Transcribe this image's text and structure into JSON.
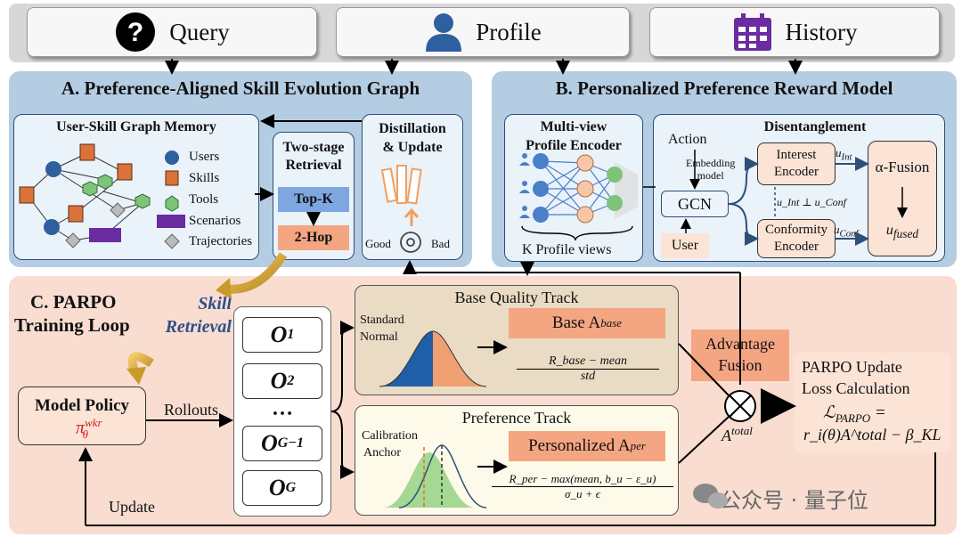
{
  "top": {
    "query": "Query",
    "profile": "Profile",
    "history": "History"
  },
  "panelA": {
    "title": "A. Preference-Aligned Skill Evolution Graph",
    "memory_title": "User-Skill Graph Memory",
    "legend": [
      "Users",
      "Skills",
      "Tools",
      "Scenarios",
      "Trajectories"
    ],
    "retrieval_title_1": "Two-stage",
    "retrieval_title_2": "Retrieval",
    "topk": "Top-K",
    "twohop": "2-Hop",
    "distill_1": "Distillation",
    "distill_2": "& Update",
    "good": "Good",
    "bad": "Bad"
  },
  "panelB": {
    "title": "B. Personalized Preference Reward Model",
    "mv_1": "Multi-view",
    "mv_2": "Profile Encoder",
    "k_views": "K Profile views",
    "dis_title": "Disentanglement",
    "action": "Action",
    "embedding_1": "Embedding",
    "embedding_2": "model",
    "gcn": "GCN",
    "user": "User",
    "interest_1": "Interest",
    "interest_2": "Encoder",
    "conformity_1": "Conformity",
    "conformity_2": "Encoder",
    "u_int": "u",
    "u_int_sub": "Int",
    "u_conf": "u",
    "u_conf_sub": "Conf",
    "perp": "u_Int ⊥ u_Conf",
    "alpha": "α-Fusion",
    "u_fused": "u",
    "u_fused_sub": "fused"
  },
  "panelC": {
    "title_1": "C. PARPO",
    "title_2": "Training Loop",
    "skill_1": "Skill",
    "skill_2": "Retrieval",
    "model_policy": "Model Policy",
    "pi": "π",
    "pi_sup": "wkr",
    "pi_sub": "θ",
    "rollouts": "Rollouts",
    "update": "Update",
    "outputs": [
      "O",
      "O",
      "…",
      "O",
      "O"
    ],
    "output_subs": [
      "1",
      "2",
      "",
      "G−1",
      "G"
    ],
    "base_track": "Base Quality Track",
    "std_normal_1": "Standard",
    "std_normal_2": "Normal",
    "base_label": "Base A",
    "base_sup": "base",
    "base_formula_num": "R_base − mean",
    "base_formula_den": "std",
    "pref_track": "Preference Track",
    "calib_1": "Calibration",
    "calib_2": "Anchor",
    "pers_label": "Personalized A",
    "pers_sup": "per",
    "pers_formula_num": "R_per − max(mean, b_u − ε_u)",
    "pers_formula_den": "σ_u + ϵ",
    "adv_1": "Advantage",
    "adv_2": "Fusion",
    "a_total": "A",
    "a_total_sup": "total",
    "upd_1": "PARPO Update",
    "upd_2": "Loss Calculation",
    "loss_1": "ℒ",
    "loss_1_sub": "PARPO",
    "loss_1_eq": " =",
    "loss_2": "r_i(θ)A^total − β_KL",
    "watermark": "公众号 · 量子位"
  },
  "colors": {
    "panel_blue": "#b5cde3",
    "panel_peach": "#f8ddd0",
    "accent_orange": "#f4a582",
    "blue_box": "#7ea6e0",
    "purple": "#6a2ca0"
  }
}
